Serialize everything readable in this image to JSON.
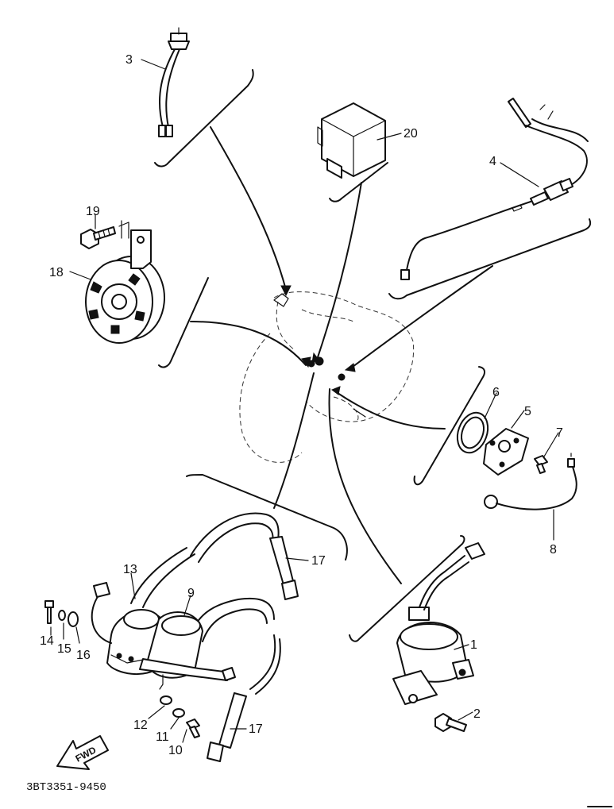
{
  "callouts": {
    "c1": "1",
    "c2": "2",
    "c3": "3",
    "c4": "4",
    "c5": "5",
    "c6": "6",
    "c7": "7",
    "c8": "8",
    "c9": "9",
    "c10": "10",
    "c11": "11",
    "c12": "12",
    "c13": "13",
    "c14": "14",
    "c15": "15",
    "c16": "16",
    "c17a": "17",
    "c17b": "17",
    "c18": "18",
    "c19": "19",
    "c20": "20"
  },
  "fwd_label": "FWD",
  "diagram_code": "3BT3351-9450"
}
